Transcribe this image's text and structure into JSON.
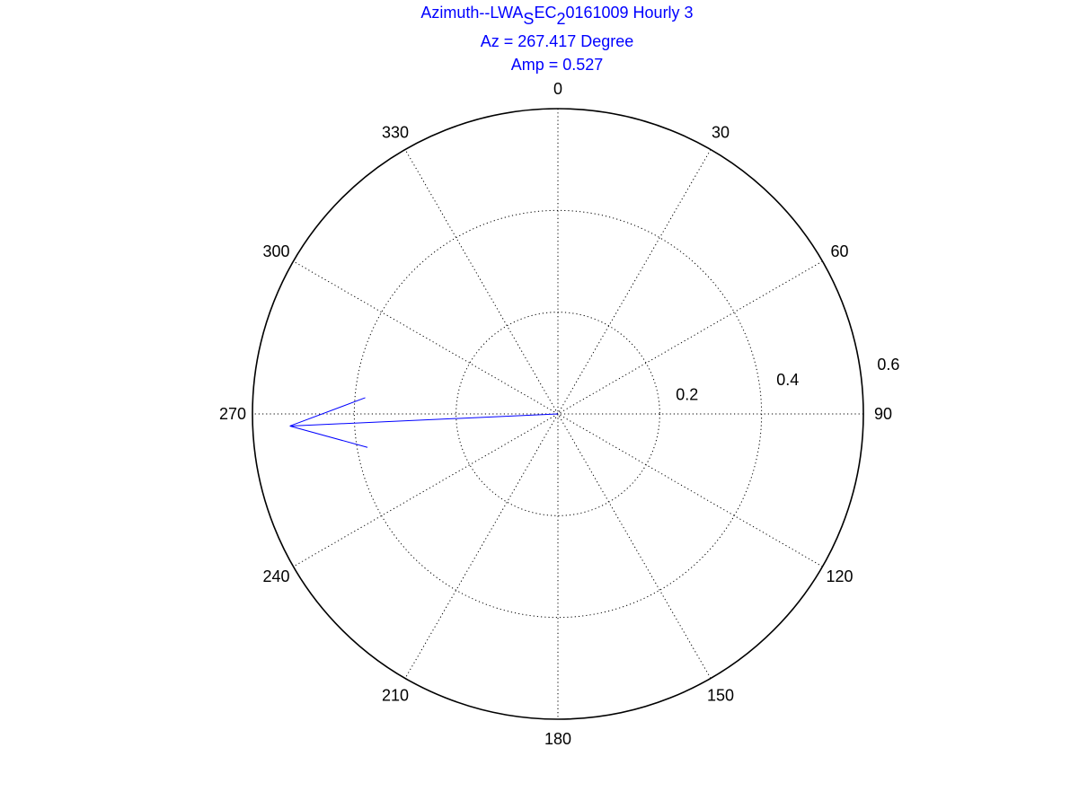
{
  "chart_data": {
    "type": "polar-compass",
    "title_line1": {
      "main": "Azimuth--LWA",
      "sub1": "S",
      "mid": "EC",
      "sub2": "2",
      "tail": "0161009 Hourly  3"
    },
    "title_line2": "Az = 267.417 Degree",
    "title_line3": "Amp = 0.527",
    "angle_ticks": [
      0,
      30,
      60,
      90,
      120,
      150,
      180,
      210,
      240,
      270,
      300,
      330
    ],
    "angle_tick_labels": [
      "0",
      "30",
      "60",
      "90",
      "120",
      "150",
      "180",
      "210",
      "240",
      "270",
      "300",
      "330"
    ],
    "radial_ticks": [
      0.2,
      0.4,
      0.6
    ],
    "radial_tick_labels": [
      "0.2",
      "0.4",
      "0.6"
    ],
    "rmax": 0.6,
    "zero_direction": "top",
    "angle_direction": "clockwise",
    "series": [
      {
        "azimuth_deg": 267.417,
        "amplitude": 0.527,
        "color": "#0000ff"
      }
    ],
    "grid": true
  }
}
